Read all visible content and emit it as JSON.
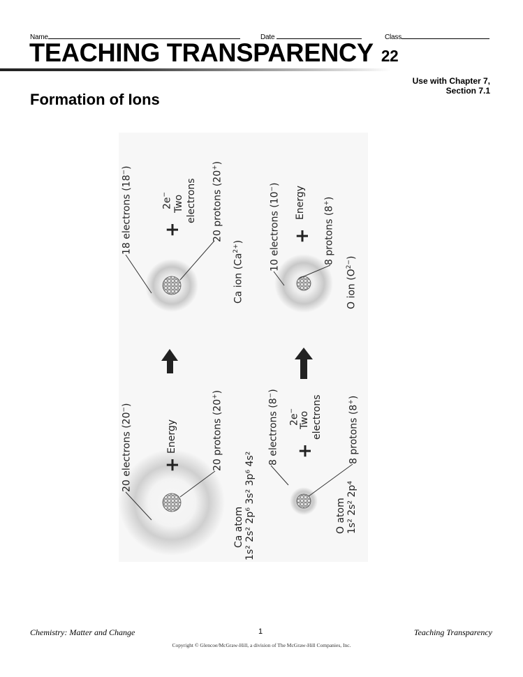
{
  "header": {
    "name_label": "Name",
    "date_label": "Date",
    "class_label": "Class",
    "title": "TEACHING TRANSPARENCY",
    "title_number": "22",
    "use_with_line1": "Use with Chapter 7,",
    "use_with_line2": "Section 7.1",
    "subtitle": "Formation of Ions"
  },
  "figure": {
    "calcium": {
      "atom_electrons": "20 electrons (20",
      "atom_electrons_sup": "−",
      "atom_protons": "20 protons (20",
      "atom_protons_sup": "+",
      "atom_name": "Ca atom",
      "atom_config": "1s² 2s² 2p⁶ 3s² 3p⁶ 4s²",
      "reaction_term": "Energy",
      "ion_electrons": "18 electrons (18",
      "ion_electrons_sup": "−",
      "ion_protons": "20 protons (20",
      "ion_protons_sup": "+",
      "product_line1": "2e",
      "product_line1_sup": "−",
      "product_line2": "Two",
      "product_line3": "electrons",
      "ion_name": "Ca ion (Ca",
      "ion_name_sup": "2+"
    },
    "oxygen": {
      "atom_electrons": "8 electrons (8",
      "atom_electrons_sup": "−",
      "atom_protons": "8 protons (8",
      "atom_protons_sup": "+",
      "atom_name": "O atom",
      "atom_config": "1s² 2s² 2p⁴",
      "reactant_line1": "2e",
      "reactant_line1_sup": "−",
      "reactant_line2": "Two",
      "reactant_line3": "electrons",
      "ion_electrons": "10 electrons (10",
      "ion_electrons_sup": "−",
      "ion_protons": "8 protons (8",
      "ion_protons_sup": "+",
      "product_term": "Energy",
      "ion_name": "O ion (O",
      "ion_name_sup": "2−"
    },
    "plus_sign": "+",
    "close_paren": ")"
  },
  "footer": {
    "book": "Chemistry: Matter and Change",
    "page": "1",
    "section": "Teaching Transparency",
    "copyright": "Copyright © Glencoe/McGraw-Hill, a division of The McGraw-Hill Companies, Inc."
  }
}
